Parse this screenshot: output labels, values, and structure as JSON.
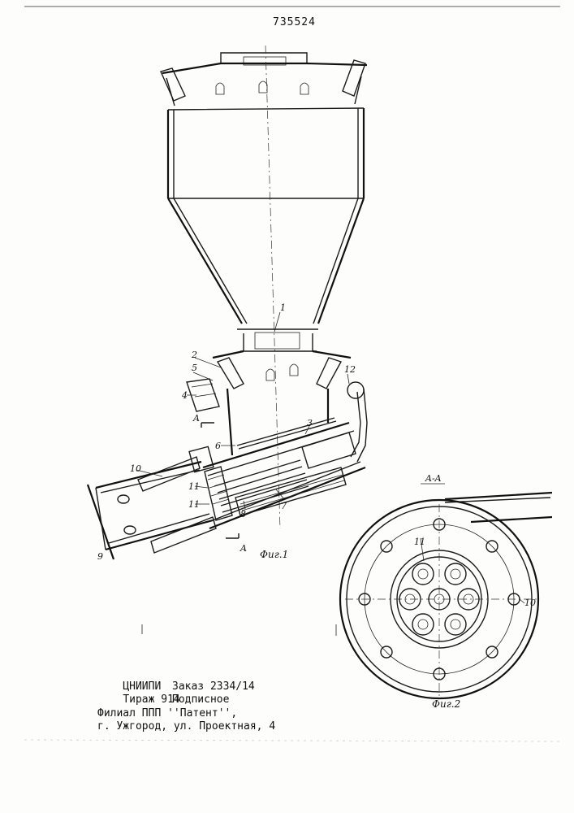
{
  "patent_number": "735524",
  "figure1": {
    "caption": "Фиг.1",
    "section_mark": "A",
    "labels": [
      "1",
      "2",
      "3",
      "4",
      "5",
      "6",
      "7",
      "8",
      "9",
      "10",
      "11",
      "11",
      "12"
    ]
  },
  "figure2": {
    "caption": "Фиг.2",
    "section_title": "A-A",
    "labels": [
      "11",
      "10"
    ]
  },
  "footer": {
    "org": "ЦНИИПИ",
    "order": "Заказ 2334/14",
    "print_run": "Тираж 914",
    "subscription": "Подписное",
    "branch": "Филиал ППП ''Патент'',",
    "address": "г. Ужгород, ул. Проектная, 4"
  }
}
